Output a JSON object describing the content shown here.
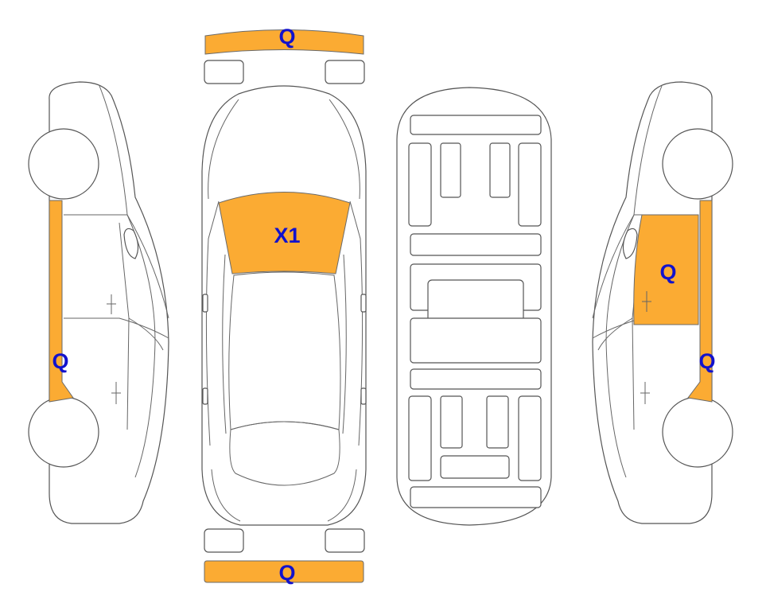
{
  "colors": {
    "damage_fill": "#fbab33",
    "label_color": "#1212cc",
    "outline": "#555555",
    "background": "#ffffff"
  },
  "labels": {
    "front_bumper": "Q",
    "windshield": "X1",
    "left_rear_pillar": "Q",
    "right_rear_door": "Q",
    "right_rear_pillar": "Q",
    "rear_bumper": "Q"
  }
}
